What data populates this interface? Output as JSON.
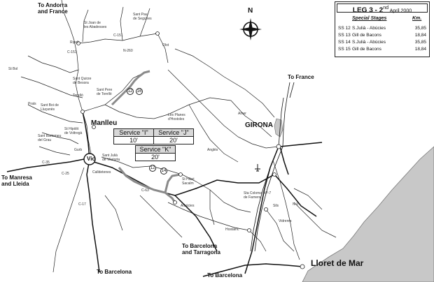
{
  "legend": {
    "title_main": "LEG 3 - 2",
    "title_sup": "nd",
    "title_date": " April 2000",
    "col_stages": "Special Stages",
    "col_km": "Km.",
    "stages": [
      {
        "id": "SS 12",
        "name": "S.Julià - Abúcies",
        "km": "35,85"
      },
      {
        "id": "SS 13",
        "name": "Gill de Bacons",
        "km": "18,84"
      },
      {
        "id": "SS 14",
        "name": "S.Julià - Abúcies",
        "km": "35,85"
      },
      {
        "id": "SS 15",
        "name": "Gill de Bacons",
        "km": "18,84"
      }
    ]
  },
  "services": [
    {
      "label": "Service \"I\"",
      "time": "10'"
    },
    {
      "label": "Service \"J\"",
      "time": "20'"
    },
    {
      "label": "Service \"K\"",
      "time": "20'"
    }
  ],
  "labels": {
    "andorra": "To Andorra\nand France",
    "france_ne": "To France",
    "manresa": "To Manresa\nand Lleida",
    "barcelona_s": "To Barcelona",
    "barcelona_tarragona": "To Barcelona\nand Tarragona",
    "barcelona_se": "To Barcelona",
    "manlleu": "Manlleu",
    "girona": "GIRONA",
    "lloret": "Lloret de Mar",
    "vic": "Vic",
    "north": "N",
    "badge_12": "12",
    "badge_16": "16",
    "badge_12b": "12",
    "badge_14": "14"
  },
  "small_labels": [
    {
      "t": "St Joan de\nles Abadesses"
    },
    {
      "t": "Sant Pau\nde Segúries"
    },
    {
      "t": "Ripoll"
    },
    {
      "t": "Olot"
    },
    {
      "t": "C-151"
    },
    {
      "t": "N-260"
    },
    {
      "t": "C-153"
    },
    {
      "t": "Sant Quirze\nde Besora"
    },
    {
      "t": "St Bol"
    },
    {
      "t": "Torelló"
    },
    {
      "t": "Sant Pere\nde Torelló"
    },
    {
      "t": "Les Planes\nd'Hostoles"
    },
    {
      "t": "Prats"
    },
    {
      "t": "Sant Boi de\nLluçanès"
    },
    {
      "t": "Sant Bartomeu\ndel Grau"
    },
    {
      "t": "St Hipòlit\nde Voltregà"
    },
    {
      "t": "Gurb"
    },
    {
      "t": "Sant Julià\nde Vilatorta"
    },
    {
      "t": "Calldetenes"
    },
    {
      "t": "Amer"
    },
    {
      "t": "Anglès"
    },
    {
      "t": "St Hilari\nSacalm"
    },
    {
      "t": "Arbúcies"
    },
    {
      "t": "Sta Coloma\nde Farners"
    },
    {
      "t": "Hostalric"
    },
    {
      "t": "Vidreres"
    },
    {
      "t": "Sils"
    },
    {
      "t": "C-25"
    },
    {
      "t": "C-17"
    },
    {
      "t": "AP-7"
    },
    {
      "t": "N-II"
    },
    {
      "t": "C-63"
    },
    {
      "t": "C-35"
    }
  ]
}
